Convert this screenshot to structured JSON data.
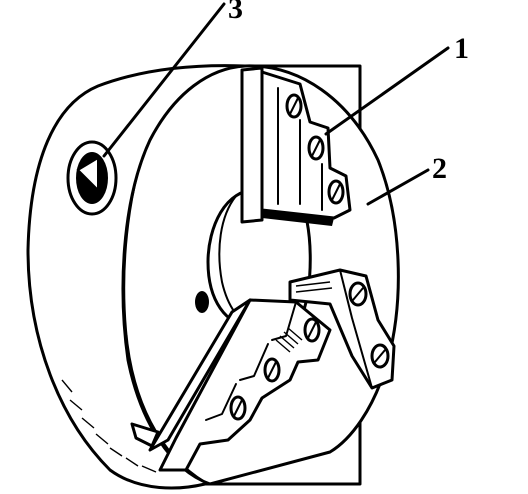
{
  "callouts": [
    {
      "id": "jaw",
      "label": "1"
    },
    {
      "id": "chuck-body",
      "label": "2"
    },
    {
      "id": "key-socket",
      "label": "3"
    }
  ]
}
